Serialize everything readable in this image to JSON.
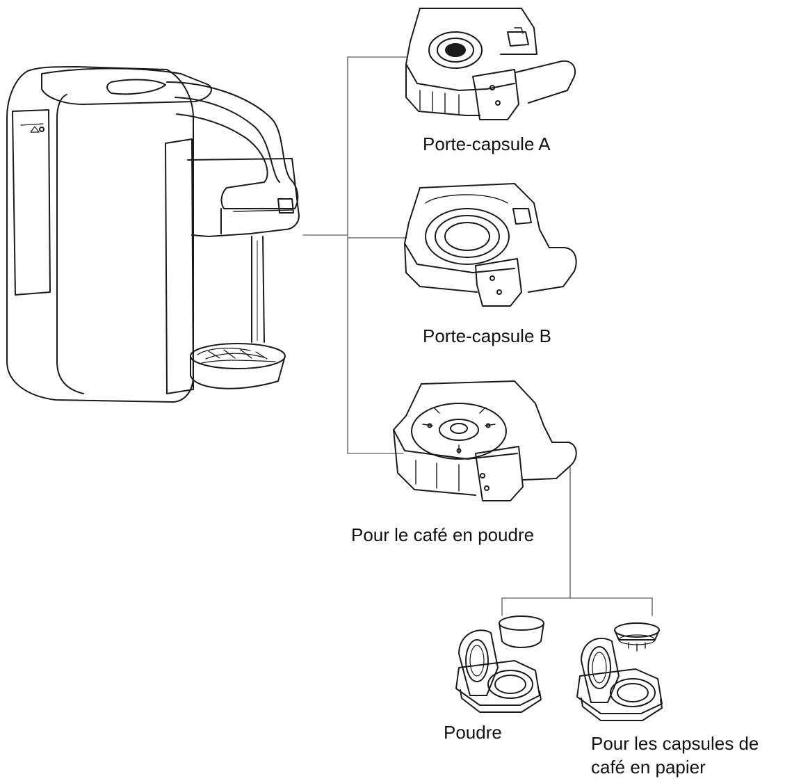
{
  "labels": {
    "holder_a": "Porte-capsule A",
    "holder_b": "Porte-capsule B",
    "ground_coffee": "Pour le café en poudre",
    "powder": "Poudre",
    "paper_pods_line1": "Pour les capsules de",
    "paper_pods_line2": "café en papier"
  },
  "colors": {
    "stroke": "#1a1a1a",
    "connector": "#777777",
    "background": "#ffffff"
  }
}
